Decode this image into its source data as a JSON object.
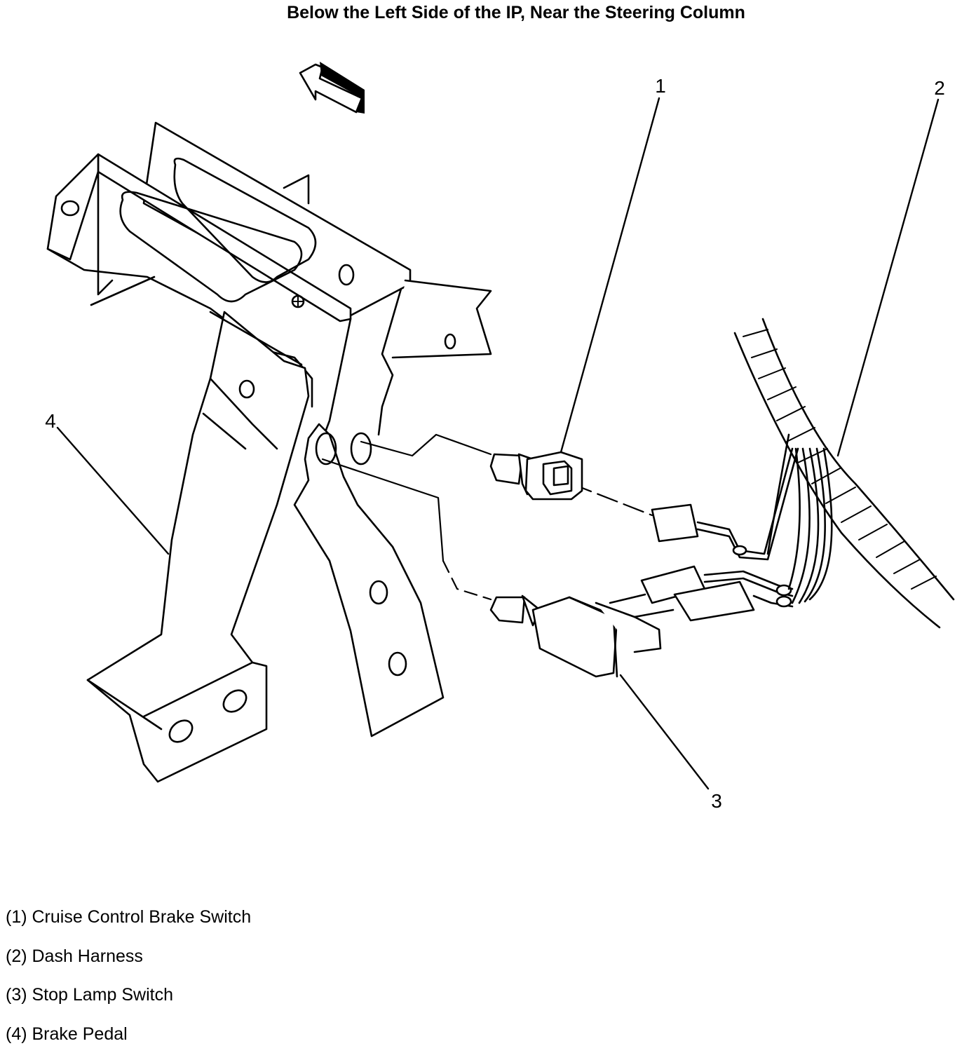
{
  "title": "Below the Left Side of the IP, Near the Steering Column",
  "callouts": [
    "1",
    "2",
    "3",
    "4"
  ],
  "legend": [
    "(1) Cruise Control Brake Switch",
    "(2) Dash Harness",
    "(3) Stop Lamp Switch",
    "(4) Brake Pedal"
  ],
  "colors": {
    "line": "#000000",
    "background": "#ffffff"
  }
}
